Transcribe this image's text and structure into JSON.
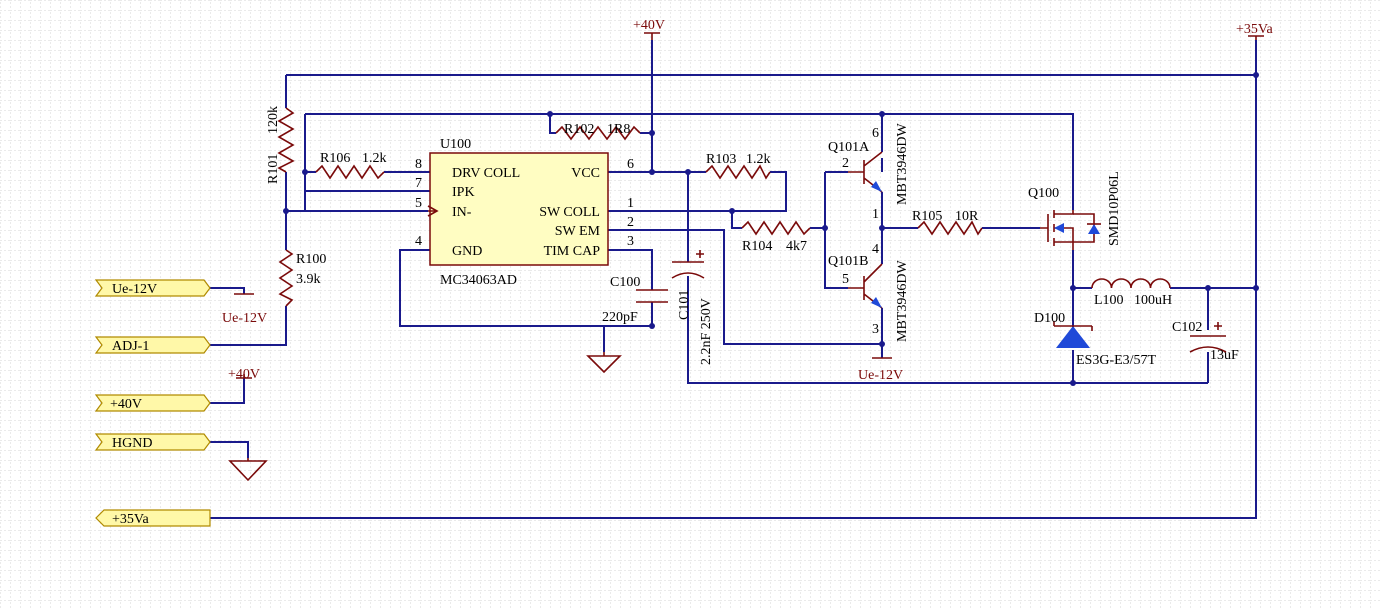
{
  "ports": {
    "ue12": "Ue-12V",
    "adj": "ADJ-1",
    "p40": "+40V",
    "hgnd": "HGND",
    "p35": "+35Va"
  },
  "power": {
    "p40_top": "+40V",
    "p35_top": "+35Va",
    "p40_left": "+40V",
    "ue_left": "Ue-12V",
    "ue_bottom": "Ue-12V"
  },
  "ic": {
    "ref": "U100",
    "part": "MC34063AD",
    "pins_left": [
      {
        "num": "8",
        "name": "DRV COLL"
      },
      {
        "num": "7",
        "name": "IPK"
      },
      {
        "num": "5",
        "name": "IN-"
      },
      {
        "num": "4",
        "name": "GND"
      }
    ],
    "pins_right": [
      {
        "num": "6",
        "name": "VCC"
      },
      {
        "num": "1",
        "name": "SW COLL"
      },
      {
        "num": "2",
        "name": "SW EM"
      },
      {
        "num": "3",
        "name": "TIM CAP"
      }
    ]
  },
  "components": {
    "r101": {
      "ref": "R101",
      "value": "120k"
    },
    "r100": {
      "ref": "R100",
      "value": "3.9k"
    },
    "r106": {
      "ref": "R106",
      "value": "1.2k"
    },
    "r102": {
      "ref": "R102",
      "value": "1R8"
    },
    "r103": {
      "ref": "R103",
      "value": "1.2k"
    },
    "r104": {
      "ref": "R104",
      "value": "4k7"
    },
    "r105": {
      "ref": "R105",
      "value": "10R"
    },
    "c100": {
      "ref": "C100",
      "value": "220pF"
    },
    "c101": {
      "ref": "C101",
      "value": "2.2nF 250V"
    },
    "c102": {
      "ref": "C102",
      "value": "13uF"
    },
    "q101a": {
      "ref": "Q101A",
      "pin_b": "2",
      "pin_c": "6",
      "pin_e": "1"
    },
    "q101b": {
      "ref": "Q101B",
      "pin_b": "5",
      "pin_c": "4",
      "pin_e": "3"
    },
    "q101_part": "MBT3946DW",
    "q100": {
      "ref": "Q100",
      "part": "SMD10P06L"
    },
    "l100": {
      "ref": "L100",
      "value": "100uH"
    },
    "d100": {
      "ref": "D100",
      "part": "ES3G-E3/57T"
    }
  },
  "colors": {
    "wire": "#1a1a8c",
    "part": "#7a0a0a",
    "port_fill": "#fff8a8",
    "grid_minor": "#d6d6d6"
  }
}
